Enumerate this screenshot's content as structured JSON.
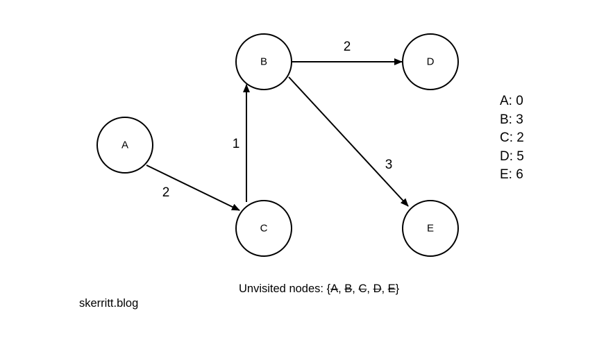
{
  "nodes": [
    {
      "id": "A",
      "label": "A"
    },
    {
      "id": "B",
      "label": "B"
    },
    {
      "id": "C",
      "label": "C"
    },
    {
      "id": "D",
      "label": "D"
    },
    {
      "id": "E",
      "label": "E"
    }
  ],
  "edges": [
    {
      "from": "A",
      "to": "C",
      "weight": "2"
    },
    {
      "from": "C",
      "to": "B",
      "weight": "1"
    },
    {
      "from": "B",
      "to": "D",
      "weight": "2"
    },
    {
      "from": "B",
      "to": "E",
      "weight": "3"
    }
  ],
  "distances": [
    {
      "text": "A: 0"
    },
    {
      "text": "B: 3"
    },
    {
      "text": "C: 2"
    },
    {
      "text": "D: 5"
    },
    {
      "text": "E: 6"
    }
  ],
  "unvisited": {
    "prefix": "Unvisited nodes: ",
    "open": "{",
    "close": "}",
    "separator": ", ",
    "items": [
      {
        "label": "A",
        "struck": true
      },
      {
        "label": "B",
        "struck": true
      },
      {
        "label": "C",
        "struck": true
      },
      {
        "label": "D",
        "struck": true
      },
      {
        "label": "E",
        "struck": true
      }
    ]
  },
  "watermark": "skerritt.blog",
  "colors": {
    "stroke": "#000000",
    "fill": "#ffffff",
    "text": "#000000"
  }
}
